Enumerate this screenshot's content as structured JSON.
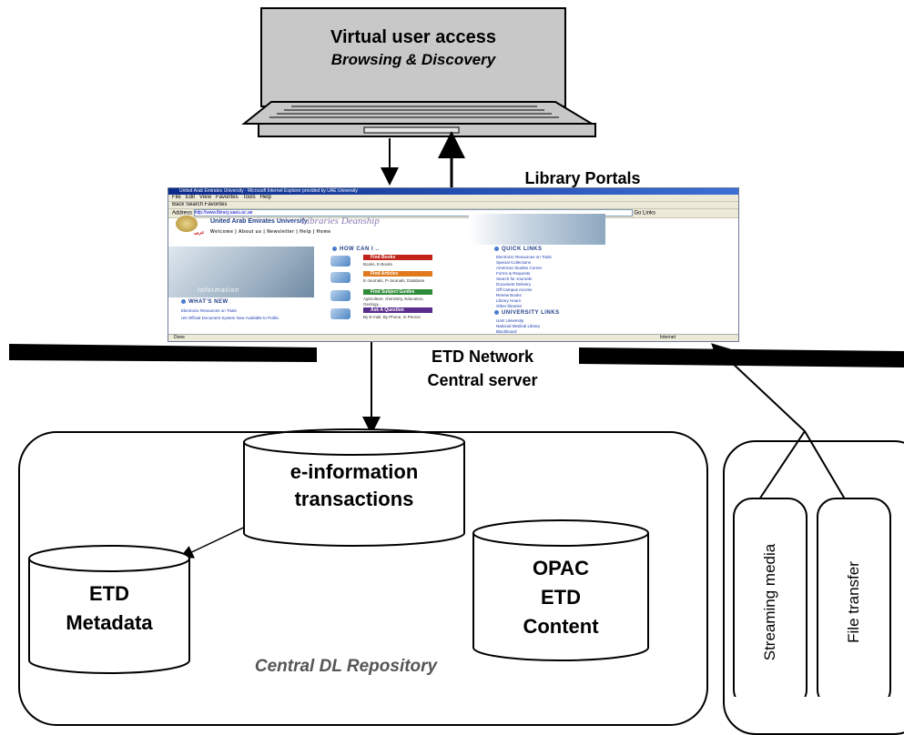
{
  "laptop": {
    "title": "Virtual user access",
    "subtitle": "Browsing & Discovery"
  },
  "portals_label": "Library Portals",
  "network_label": {
    "line1": "ETD Network",
    "line2": "Central server"
  },
  "browser": {
    "title_text": "United Arab Emirates University - Microsoft Internet Explorer provided by UAE University",
    "menu": [
      "File",
      "Edit",
      "View",
      "Favorites",
      "Tools",
      "Help"
    ],
    "toolbar_text": "Back   Search   Favorites",
    "address_label": "Address",
    "url": "http://www.library.uaeu.ac.ae",
    "go_label": "Go",
    "links_label": "Links",
    "status_left": "Done",
    "status_right": "Internet",
    "page": {
      "university_name": "United Arab Emirates University",
      "brand": "Libraries Deanship",
      "nav": "Welcome | About us | Newsletter | Help | Home",
      "arabic": "عربي",
      "info_image_text": "Information",
      "whats_new": {
        "heading": "WHAT'S NEW",
        "items": [
          "Electronic Resources on Trials",
          "UN Official Document System Now Available to Public"
        ]
      },
      "how_can_i": {
        "heading": "HOW CAN I ..",
        "items": [
          {
            "label": "Find Books",
            "desc": "Books, E-Books",
            "color": "#c0241a"
          },
          {
            "label": "Find Articles",
            "desc": "E-Journals, P-Journals, Database",
            "color": "#e07a1e"
          },
          {
            "label": "Find Subject Guides",
            "desc": "Agriculture, chemistry, Education, Geology...",
            "color": "#2f8a3a"
          },
          {
            "label": "Ask A Question",
            "desc": "By E-mail, By Phone, In Person",
            "color": "#5a2c8c"
          }
        ]
      },
      "quick_links": {
        "heading": "QUICK LINKS",
        "items": [
          "Electronic Resources on Trials",
          "Special Collections",
          "American Studies Corner",
          "Forms & Requests",
          "Search for Journals",
          "Document Delivery",
          "Off Campus Access",
          "Renew Books",
          "Library Hours",
          "Other libraries"
        ]
      },
      "university_links": {
        "heading": "UNIVERSITY LINKS",
        "items": [
          "UAE University",
          "National Medical Library",
          "Blackboard"
        ]
      }
    }
  },
  "repository": {
    "label": "Central DL Repository",
    "transactions": {
      "line1": "e-information",
      "line2": "transactions"
    },
    "metadata": {
      "line1": "ETD",
      "line2": "Metadata"
    },
    "opac": {
      "line1": "OPAC",
      "line2": "ETD",
      "line3": "Content"
    }
  },
  "media": {
    "streaming": "Streaming media",
    "file_transfer": "File transfer"
  }
}
